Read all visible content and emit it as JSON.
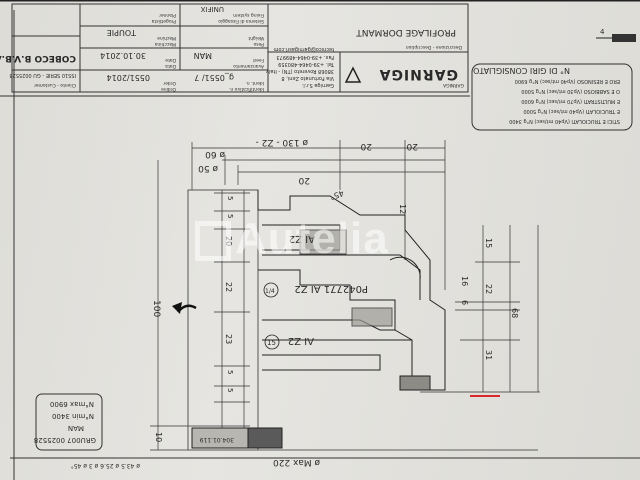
{
  "title_block": {
    "company": "COBECO B.V.B.A",
    "customer_label": "Cliente - Customer",
    "customer_value": "ISS10 SERIE - GU 0025528",
    "brand": "GARNIGA",
    "addr1": "Garniga S.r.l.",
    "addr2": "Via Fortunato Zeni, 8",
    "addr3": "38068 Rovereto (TN) - Italy",
    "tel": "Tel. +39-0464-480359",
    "fax": "Fax. +39-0464-489973",
    "email": "tecnico@garnigasrl.com",
    "desc_label": "Descrizione - Description",
    "desc_value": "PROFILAGE DORMANT",
    "ident_label": "Identificativo n.",
    "ident_label2": "Ident. n.",
    "ident_value": "g_0551/ 7",
    "order_label": "Ordine",
    "order_label2": "Order",
    "order_value": "0551/2014",
    "feed_label": "Avanzamento",
    "feed_label2": "Feed",
    "feed_value": "MAN",
    "date_label": "Data",
    "date_label2": "Date",
    "date_value": "30.10.2014",
    "weight_label": "Peso",
    "weight_label2": "Weight",
    "machine_label": "Macchina",
    "machine_label2": "Machine",
    "machine_value": "TOUPIE",
    "system_label": "Sistema di Fissaggio",
    "system_label2": "Fixing system",
    "system_value": "UNIFIX",
    "designer_label": "Progettista",
    "designer_label2": "Planner"
  },
  "rpm_table": {
    "title": "N° DI GIRI CONSIGLIATO",
    "rows": [
      "ERO E RESINOSO   (Vp40 mt/sec) N°g 6900",
      "O E SABBIOSO   (Vp30 mt/sec) N°g 5000",
      "E MULTISTRATI   (Vp70 mt/sec) N°g 6000",
      "E TRUCIOLATI   (Vp40 mt/sec) N°g 5000",
      "STICI E TRUCIOLATI   (Vp40 mt/sec) N°g 3400"
    ]
  },
  "tool_box": {
    "code": "GRU007 0025528",
    "feed": "MAN",
    "nmin": "N°min 3400",
    "nmax": "N°max 6900"
  },
  "dimensions": {
    "d130": "ø 130 - Z2 -",
    "d60": "ø 60",
    "d50": "ø 50",
    "d20a": "20",
    "d20b": "20",
    "d20c": "20",
    "d12": "12",
    "d45": "45°",
    "d15": "15",
    "d22": "22",
    "d16": "16",
    "d6": "6",
    "d68": "68",
    "d31": "31",
    "d5a": "5",
    "d5b": "5",
    "d20v": "20",
    "d22v": "22",
    "d23": "23",
    "d5c": "5",
    "d5d": "5",
    "d100": "100",
    "d10": "10",
    "dmax": "ø Max 220",
    "ring": "304.01.119"
  },
  "labels": {
    "knife1": "AI Z2",
    "knife2": "P042771 AI Z2",
    "knife2_mark": "1/4",
    "knife3": "AI Z2",
    "knife3_mark": "15",
    "scale_a": "4",
    "footer_left": "ø 43.5   ø 25.6   ø 3   ø 45°"
  },
  "watermark": "Autelia"
}
